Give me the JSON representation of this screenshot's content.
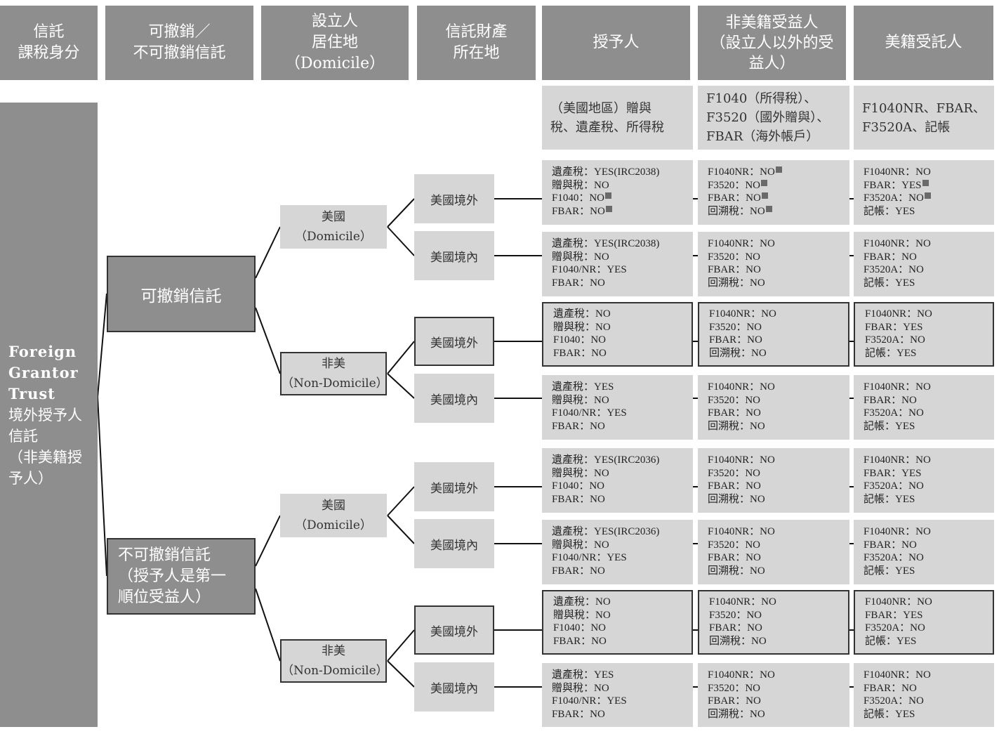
{
  "headers": [
    "信託\n課稅身分",
    "可撤銷／\n不可撤銷信託",
    "設立人\n居住地\n（Domicile）",
    "信託財產\n所在地",
    "授予人",
    "非美籍受益人\n（設立人以外的受\n益人）",
    "美籍受託人"
  ],
  "subheaders": {
    "grantor": "（美國地區）贈與\n稅、遺產稅、所得稅",
    "beneficiary": "F1040（所得稅）、\nF3520（國外贈與）、\nFBAR（海外帳戶）",
    "trustee": "F1040NR、FBAR、\nF3520A、記帳"
  },
  "root": {
    "en1": "Foreign",
    "en2": "Grantor",
    "en3": "Trust",
    "zh1": "境外授予人",
    "zh2": "信託",
    "zh3": "（非美籍授",
    "zh4": "予人）"
  },
  "trust_types": {
    "revocable": "可撤銷信託",
    "irrevocable": "不可撤銷信託\n（授予人是第一\n順位受益人）"
  },
  "domicile": {
    "us_label": "美國",
    "us_sub": "（Domicile）",
    "non_label": "非美",
    "non_sub": "（Non-Domicile）"
  },
  "location": {
    "outside": "美國境外",
    "inside": "美國境內"
  },
  "rows": [
    {
      "grantor": [
        "遺產稅：YES(IRC2038)",
        "贈與稅：NO",
        "F1040：NO",
        "FBAR：NO"
      ],
      "grantor_mark": [
        false,
        false,
        true,
        true
      ],
      "beneficiary": [
        "F1040NR：NO",
        "F3520：NO",
        "FBAR：NO",
        "回溯稅：NO"
      ],
      "beneficiary_mark": [
        true,
        true,
        true,
        true
      ],
      "trustee": [
        "F1040NR：NO",
        "FBAR：YES",
        "F3520A：NO",
        "記帳：YES"
      ],
      "trustee_mark": [
        false,
        true,
        true,
        false
      ]
    },
    {
      "grantor": [
        "遺產稅：YES(IRC2038)",
        "贈與稅：NO",
        "F1040/NR：YES",
        "FBAR：NO"
      ],
      "beneficiary": [
        "F1040NR：NO",
        "F3520：NO",
        "FBAR：NO",
        "回溯稅：NO"
      ],
      "trustee": [
        "F1040NR：NO",
        "FBAR：NO",
        "F3520A：NO",
        "記帳：YES"
      ]
    },
    {
      "grantor": [
        "遺產稅：NO",
        "贈與稅：NO",
        "F1040：NO",
        "FBAR：NO"
      ],
      "beneficiary": [
        "F1040NR：NO",
        "F3520：NO",
        "FBAR：NO",
        "回溯稅：NO"
      ],
      "trustee": [
        "F1040NR：NO",
        "FBAR：YES",
        "F3520A：NO",
        "記帳：YES"
      ]
    },
    {
      "grantor": [
        "遺產稅：YES",
        "贈與稅：NO",
        "F1040/NR：YES",
        "FBAR：NO"
      ],
      "beneficiary": [
        "F1040NR：NO",
        "F3520：NO",
        "FBAR：NO",
        "回溯稅：NO"
      ],
      "trustee": [
        "F1040NR：NO",
        "FBAR：NO",
        "F3520A：NO",
        "記帳：YES"
      ]
    },
    {
      "grantor": [
        "遺產稅：YES(IRC2036)",
        "贈與稅：NO",
        "F1040：NO",
        "FBAR：NO"
      ],
      "beneficiary": [
        "F1040NR：NO",
        "F3520：NO",
        "FBAR：NO",
        "回溯稅：NO"
      ],
      "trustee": [
        "F1040NR：NO",
        "FBAR：YES",
        "F3520A：NO",
        "記帳：YES"
      ]
    },
    {
      "grantor": [
        "遺產稅：YES(IRC2036)",
        "贈與稅：NO",
        "F1040/NR：YES",
        "FBAR：NO"
      ],
      "beneficiary": [
        "F1040NR：NO",
        "F3520：NO",
        "FBAR：NO",
        "回溯稅：NO"
      ],
      "trustee": [
        "F1040NR：NO",
        "FBAR：NO",
        "F3520A：NO",
        "記帳：YES"
      ]
    },
    {
      "grantor": [
        "遺產稅：NO",
        "贈與稅：NO",
        "F1040：NO",
        "FBAR：NO"
      ],
      "beneficiary": [
        "F1040NR：NO",
        "F3520：NO",
        "FBAR：NO",
        "回溯稅：NO"
      ],
      "trustee": [
        "F1040NR：NO",
        "FBAR：YES",
        "F3520A：NO",
        "記帳：YES"
      ]
    },
    {
      "grantor": [
        "遺產稅：YES",
        "贈與稅：NO",
        "F1040/NR：YES",
        "FBAR：NO"
      ],
      "beneficiary": [
        "F1040NR：NO",
        "F3520：NO",
        "FBAR：NO",
        "回溯稅：NO"
      ],
      "trustee": [
        "F1040NR：NO",
        "FBAR：NO",
        "F3520A：NO",
        "記帳：YES"
      ]
    }
  ]
}
